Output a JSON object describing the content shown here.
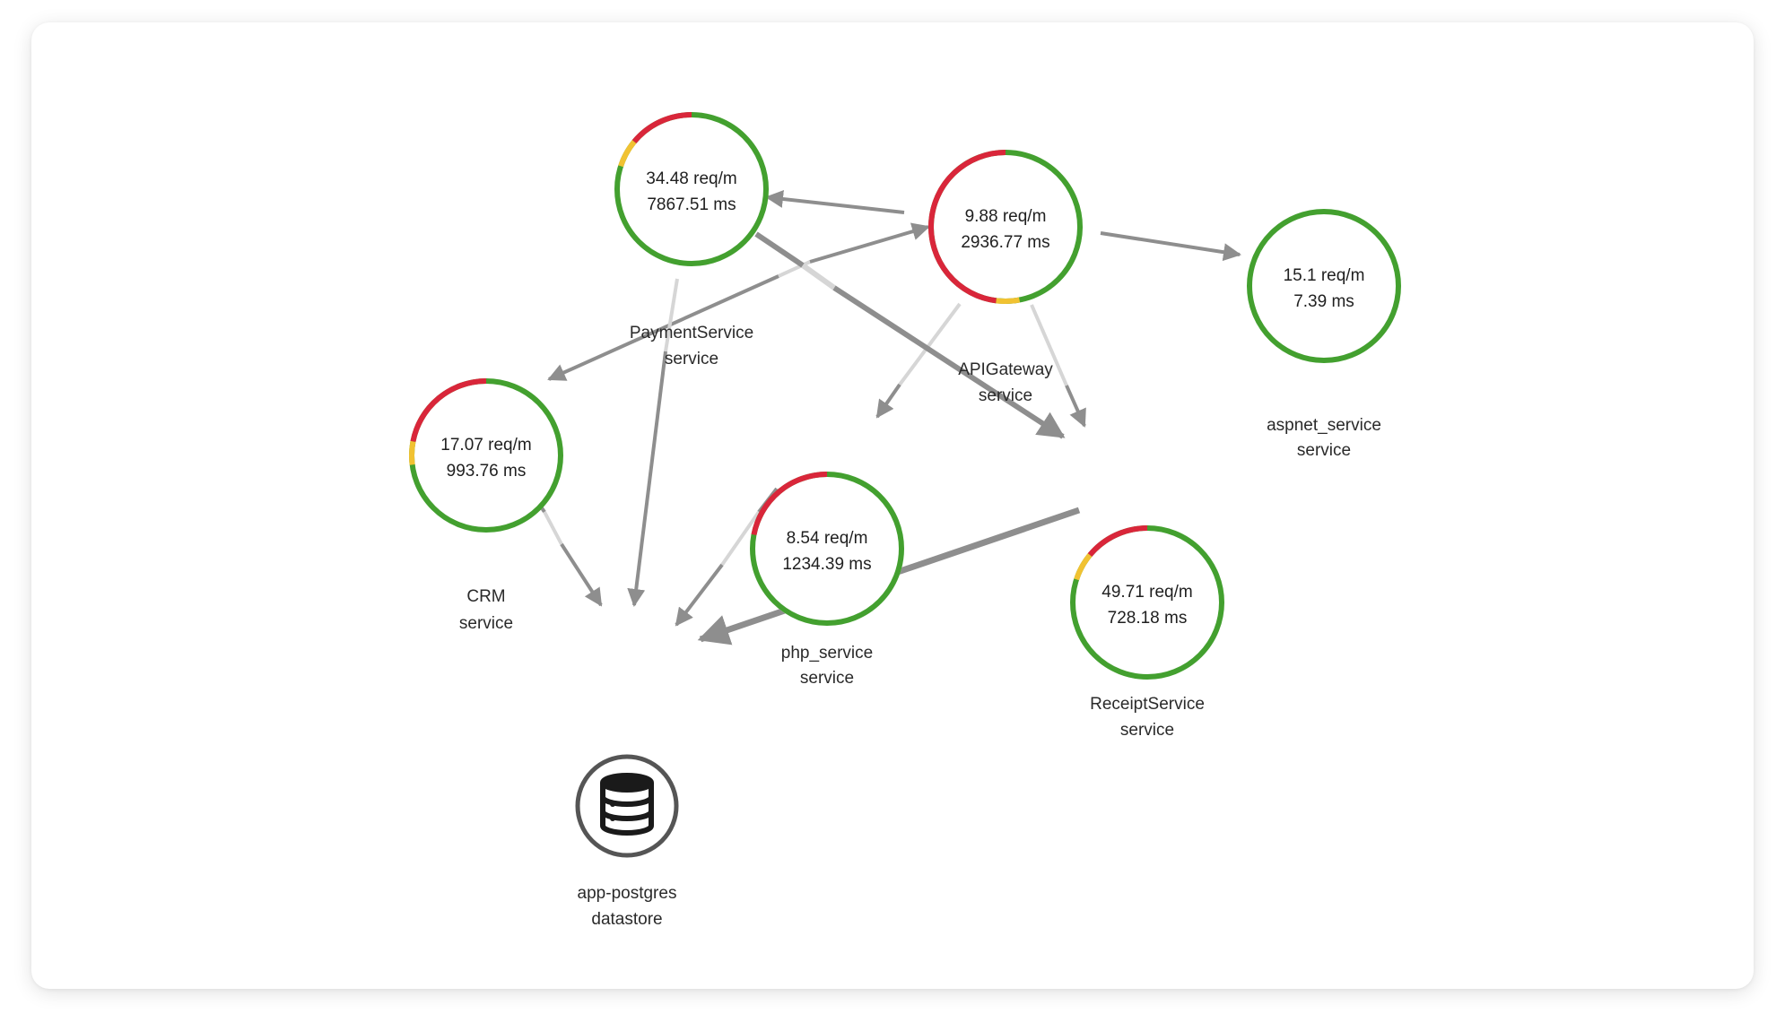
{
  "colors": {
    "ok": "#43a02f",
    "warning": "#f1c232",
    "error": "#d9263a",
    "edge": "#8e8e8e",
    "edge_light": "#d6d6d6",
    "text": "#1f1f1f",
    "datastore_ring": "#555555"
  },
  "nodes": {
    "payment": {
      "metric1": "34.48 req/m",
      "metric2": "7867.51 ms",
      "name": "PaymentService",
      "kind": "service",
      "health": {
        "error": 0.14,
        "warning": 0.06,
        "ok": 0.8
      }
    },
    "apigateway": {
      "metric1": "9.88 req/m",
      "metric2": "2936.77 ms",
      "name": "APIGateway",
      "kind": "service",
      "health": {
        "error": 0.48,
        "warning": 0.05,
        "ok": 0.47
      }
    },
    "aspnet": {
      "metric1": "15.1 req/m",
      "metric2": "7.39 ms",
      "name": "aspnet_service",
      "kind": "service",
      "health": {
        "error": 0.0,
        "warning": 0.0,
        "ok": 1.0
      }
    },
    "crm": {
      "metric1": "17.07 req/m",
      "metric2": "993.76 ms",
      "name": "CRM",
      "kind": "service",
      "health": {
        "error": 0.22,
        "warning": 0.05,
        "ok": 0.73
      }
    },
    "php": {
      "metric1": "8.54 req/m",
      "metric2": "1234.39 ms",
      "name": "php_service",
      "kind": "service",
      "health": {
        "error": 0.22,
        "warning": 0.0,
        "ok": 0.78
      }
    },
    "receipt": {
      "metric1": "49.71 req/m",
      "metric2": "728.18 ms",
      "name": "ReceiptService",
      "kind": "service",
      "health": {
        "error": 0.14,
        "warning": 0.06,
        "ok": 0.8
      }
    },
    "postgres": {
      "name": "app-postgres",
      "kind": "datastore",
      "icon": "database-icon"
    }
  },
  "edges": [
    {
      "from": "apigateway",
      "to": "payment"
    },
    {
      "from": "apigateway",
      "to": "aspnet"
    },
    {
      "from": "apigateway",
      "to": "php"
    },
    {
      "from": "apigateway",
      "to": "receipt"
    },
    {
      "from": "crm",
      "to": "apigateway",
      "bidirectional": true
    },
    {
      "from": "payment",
      "to": "receipt"
    },
    {
      "from": "payment",
      "to": "postgres"
    },
    {
      "from": "crm",
      "to": "postgres"
    },
    {
      "from": "php",
      "to": "postgres"
    },
    {
      "from": "receipt",
      "to": "postgres"
    }
  ]
}
